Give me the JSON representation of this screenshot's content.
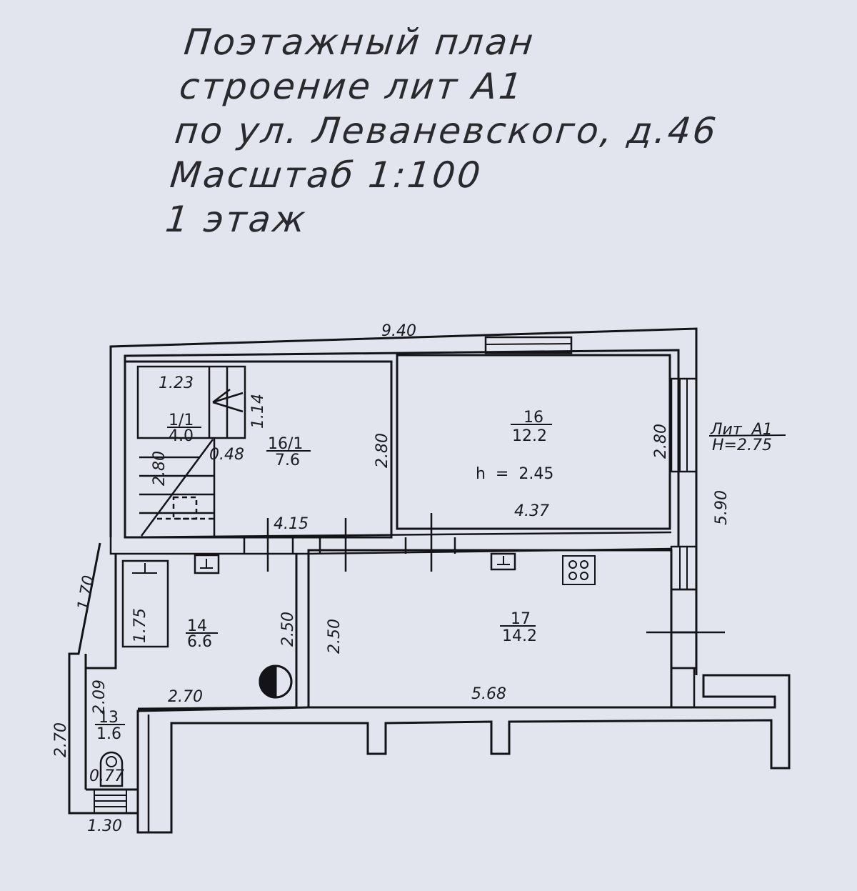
{
  "title": {
    "lines": [
      "Поэтажный план",
      "строение лит А1",
      "по ул. Леваневского, д.46",
      "Масштаб 1:100",
      "1 этаж"
    ]
  },
  "building": {
    "lit": "Лит  А1",
    "height": "H=2.75"
  },
  "rooms": [
    {
      "number": "1/1",
      "area": "4.0"
    },
    {
      "number": "16/1",
      "area": "7.6"
    },
    {
      "number": "16",
      "area": "12.2"
    },
    {
      "number": "14",
      "area": "6.6"
    },
    {
      "number": "17",
      "area": "14.2"
    },
    {
      "number": "13",
      "area": "1.6"
    }
  ],
  "ceiling_height": "h  =  2.45",
  "dimensions": {
    "total_width": "9.40",
    "total_depth": "5.90",
    "stair_width": "1.23",
    "stair_len": "1.14",
    "stair_depth": "2.80",
    "step": "0.48",
    "room16_1_width": "4.15",
    "room16_1_depth": "2.80",
    "room16_width": "4.37",
    "room16_depth": "2.80",
    "room14_width": "2.70",
    "room14_depth": "2.50",
    "bath_len": "1.75",
    "angled_wall": "1.70",
    "room13_depth": "2.09",
    "room13_outer": "2.70",
    "room13_width": "1.30",
    "toilet": "0.77",
    "room17_width": "5.68",
    "room17_depth": "2.50"
  }
}
